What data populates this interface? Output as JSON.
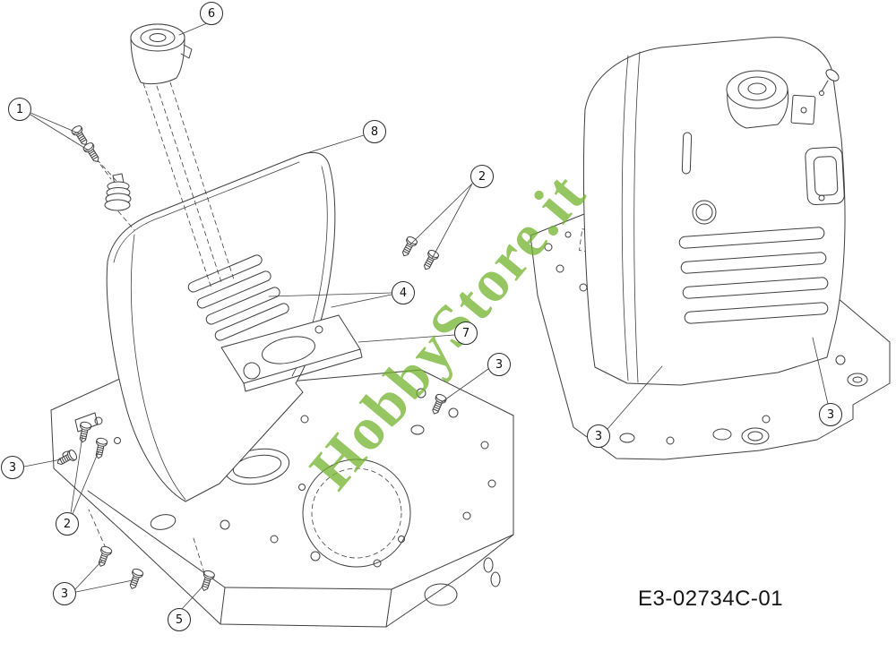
{
  "watermark": {
    "text": "HobbyStore.it",
    "color": "#73b32d"
  },
  "part_code": "E3-02734C-01",
  "colors": {
    "line": "#3f3f3f",
    "background": "#ffffff",
    "callout_border": "#2a2a2a"
  },
  "views": {
    "exploded": {
      "callouts": [
        {
          "label": "6"
        },
        {
          "label": "1"
        },
        {
          "label": "8"
        },
        {
          "label": "2"
        },
        {
          "label": "4"
        },
        {
          "label": "7"
        },
        {
          "label": "3"
        },
        {
          "label": "3"
        },
        {
          "label": "2"
        },
        {
          "label": "3"
        },
        {
          "label": "5"
        }
      ]
    },
    "assembled": {
      "callouts": [
        {
          "label": "3"
        },
        {
          "label": "3"
        }
      ]
    }
  }
}
